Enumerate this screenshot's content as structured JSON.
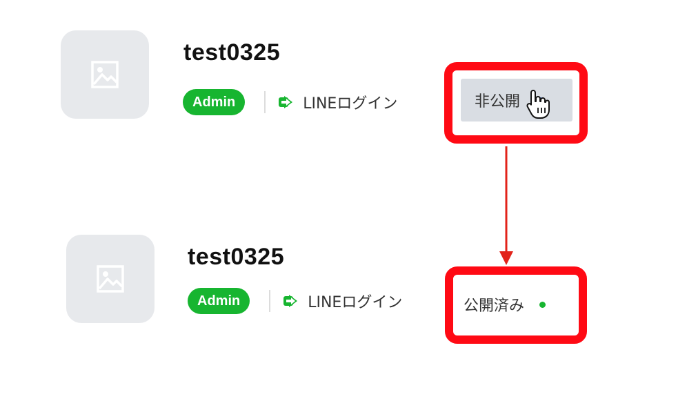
{
  "cards": [
    {
      "channel_name": "test0325",
      "role_badge": "Admin",
      "login_method": "LINEログイン",
      "status_label": "非公開",
      "status_dot_color": "#4a7be0"
    },
    {
      "channel_name": "test0325",
      "role_badge": "Admin",
      "login_method": "LINEログイン",
      "status_label": "公開済み",
      "status_dot_color": "#17b530"
    }
  ],
  "colors": {
    "highlight": "#ff0a14",
    "badge": "#17b530",
    "thumbnail": "#e7e9ec"
  },
  "icons": {
    "thumbnail": "image-placeholder-icon",
    "login": "line-login-icon",
    "pointer": "hand-pointer-cursor-icon",
    "arrow": "down-arrow-icon"
  }
}
